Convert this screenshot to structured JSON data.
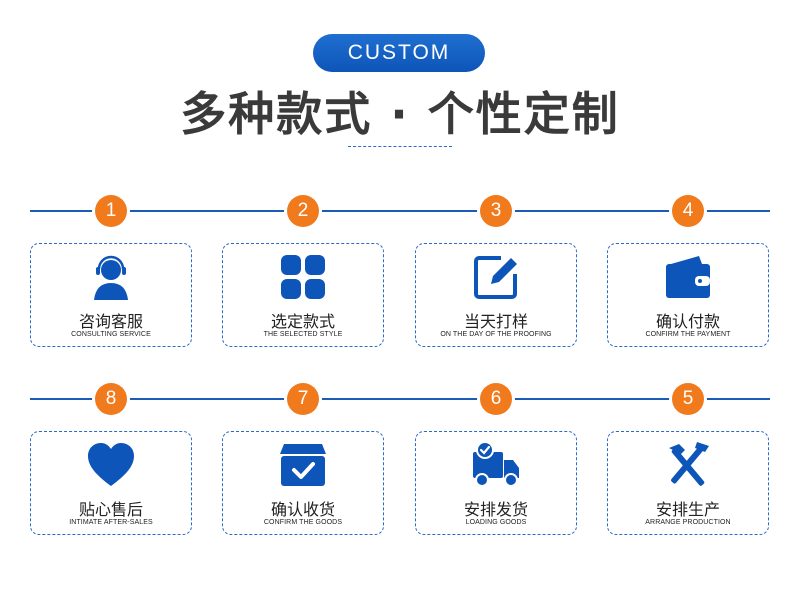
{
  "header": {
    "badge": "CUSTOM",
    "title": "多种款式 · 个性定制"
  },
  "colors": {
    "brand_blue": "#0d55b8",
    "accent_orange": "#f07a1c"
  },
  "steps": [
    {
      "num": "1",
      "cn": "咨询客服",
      "en": "CONSULTING SERVICE",
      "icon": "customer-service-icon"
    },
    {
      "num": "2",
      "cn": "选定款式",
      "en": "THE SELECTED STYLE",
      "icon": "grid-icon"
    },
    {
      "num": "3",
      "cn": "当天打样",
      "en": "ON THE DAY OF THE PROOFING",
      "icon": "edit-icon"
    },
    {
      "num": "4",
      "cn": "确认付款",
      "en": "CONFIRM THE PAYMENT",
      "icon": "wallet-icon"
    },
    {
      "num": "8",
      "cn": "贴心售后",
      "en": "INTIMATE AFTER-SALES",
      "icon": "heart-icon"
    },
    {
      "num": "7",
      "cn": "确认收货",
      "en": "CONFIRM THE GOODS",
      "icon": "package-check-icon"
    },
    {
      "num": "6",
      "cn": "安排发货",
      "en": "LOADING GOODS",
      "icon": "truck-icon"
    },
    {
      "num": "5",
      "cn": "安排生产",
      "en": "ARRANGE PRODUCTION",
      "icon": "tools-icon"
    }
  ]
}
